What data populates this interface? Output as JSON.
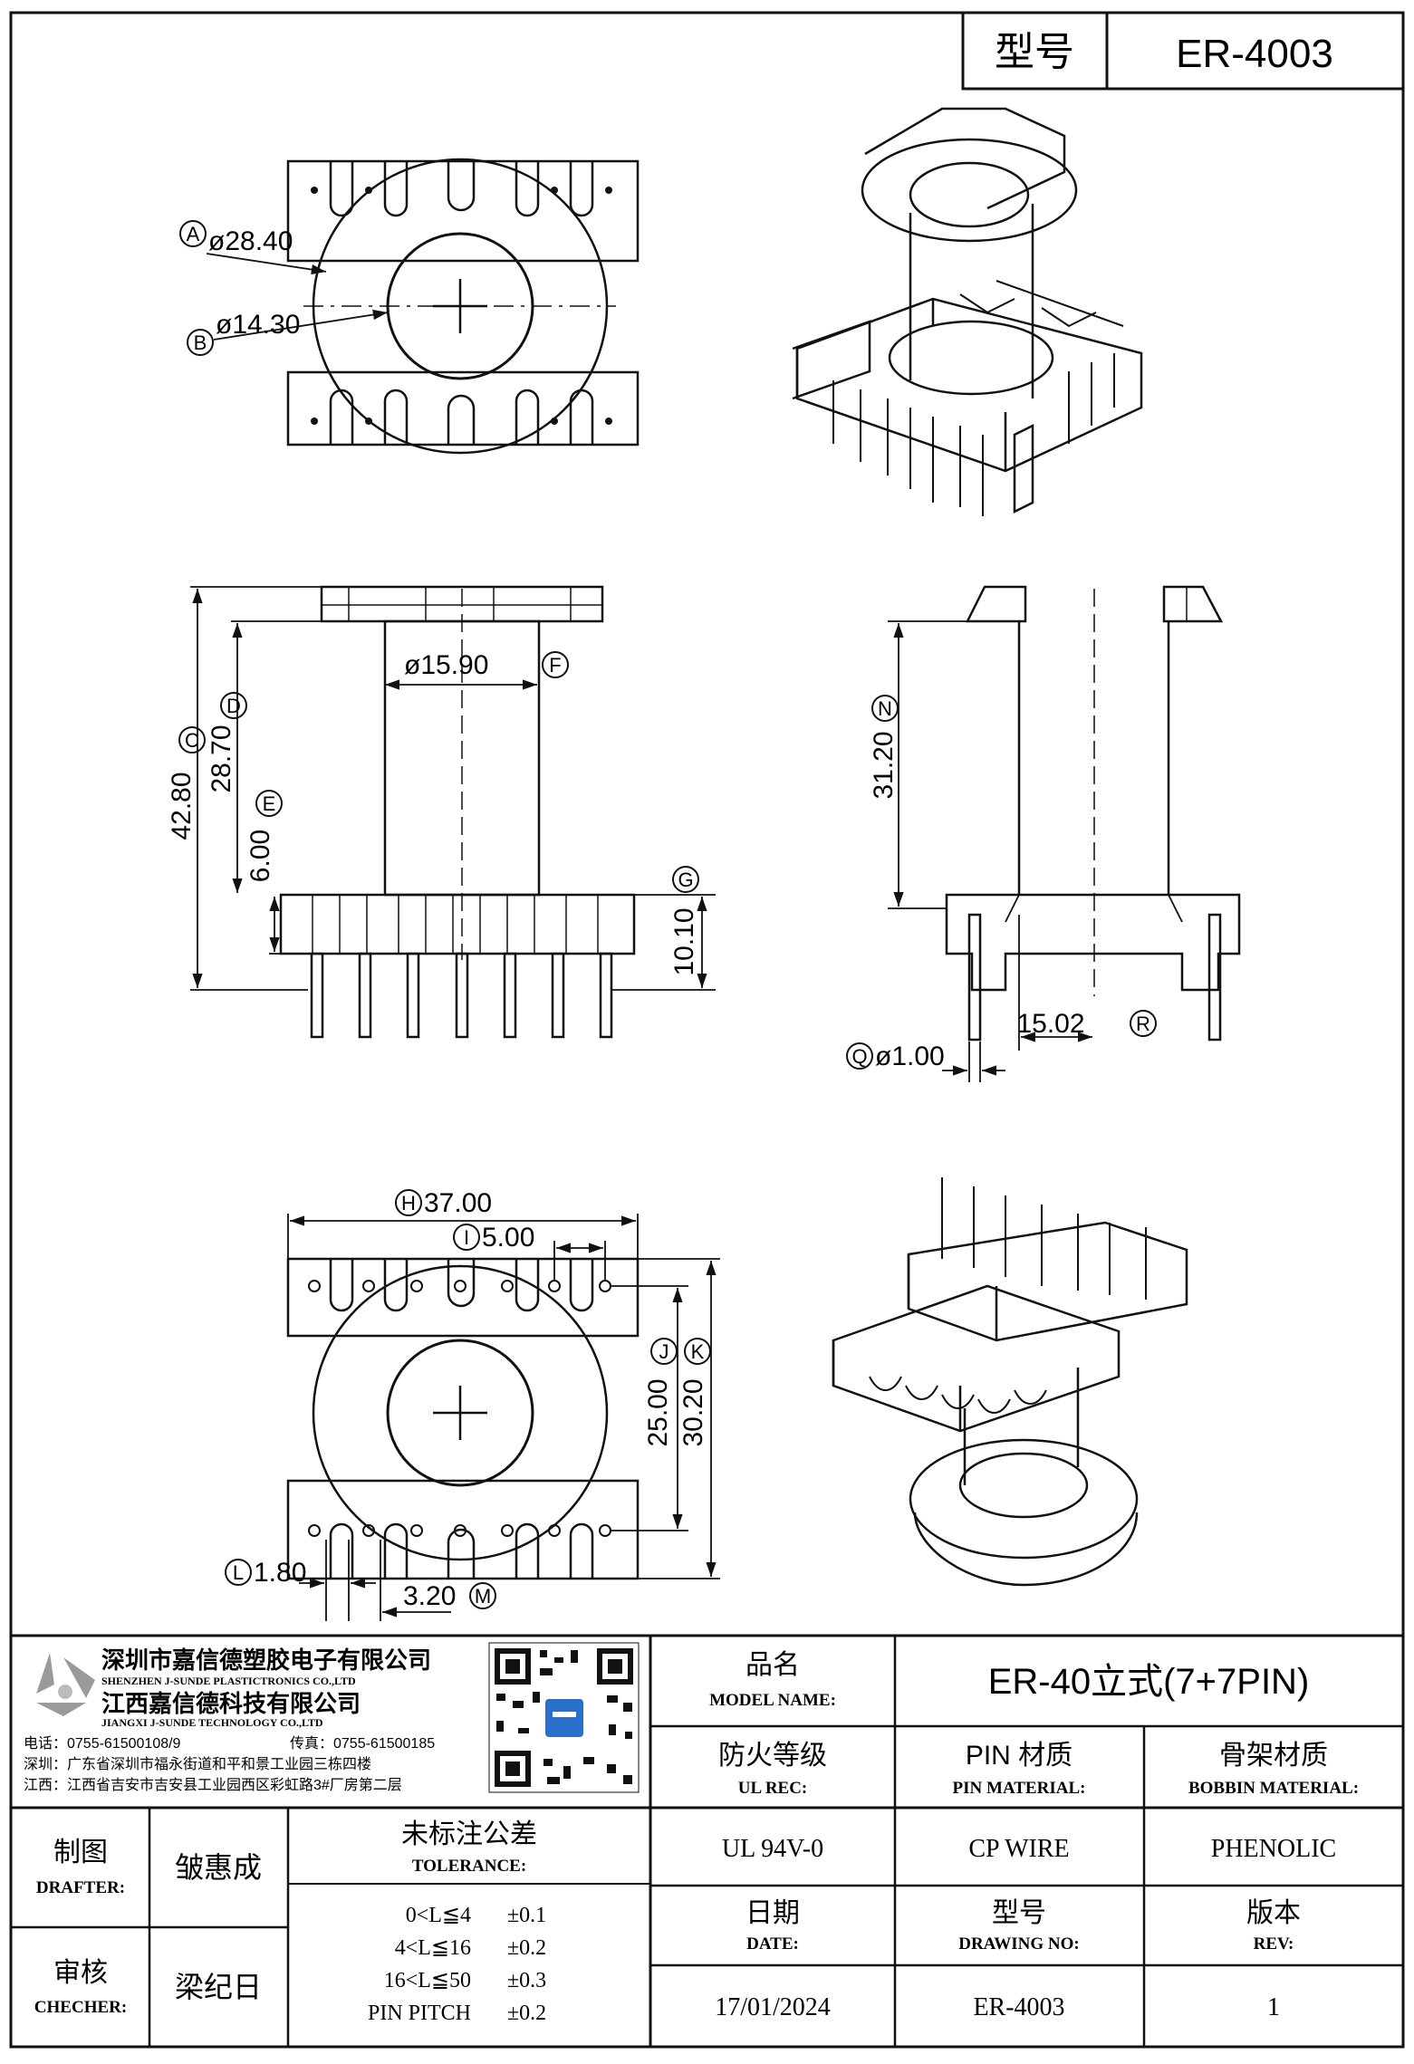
{
  "header": {
    "model_label": "型号",
    "model_value": "ER-4003"
  },
  "top_view": {
    "dim_a": {
      "letter": "A",
      "text": "ø28.40"
    },
    "dim_b": {
      "letter": "B",
      "text": "ø14.30"
    }
  },
  "front_view": {
    "dim_c": {
      "letter": "C",
      "text": "42.80"
    },
    "dim_d": {
      "letter": "D",
      "text": "28.70"
    },
    "dim_e": {
      "letter": "E",
      "text": "6.00"
    },
    "dim_f": {
      "letter": "F",
      "text": "ø15.90"
    },
    "dim_g": {
      "letter": "G",
      "text": "10.10"
    }
  },
  "side_view": {
    "dim_n": {
      "letter": "N",
      "text": "31.20"
    },
    "dim_q": {
      "letter": "Q",
      "text": "ø1.00"
    },
    "dim_r": {
      "letter": "R",
      "text": "15.02"
    }
  },
  "bottom_view": {
    "dim_h": {
      "letter": "H",
      "text": "37.00"
    },
    "dim_i": {
      "letter": "I",
      "text": "5.00"
    },
    "dim_j": {
      "letter": "J",
      "text": "25.00"
    },
    "dim_k": {
      "letter": "K",
      "text": "30.20"
    },
    "dim_l": {
      "letter": "L",
      "text": "1.80"
    },
    "dim_m": {
      "letter": "M",
      "text": "3.20"
    }
  },
  "company": {
    "name_sz": "深圳市嘉信德塑胶电子有限公司",
    "name_sz_en": "SHENZHEN J-SUNDE PLASTICTRONICS CO.,LTD",
    "name_jx": "江西嘉信德科技有限公司",
    "name_jx_en": "JIANGXI J-SUNDE TECHNOLOGY CO.,LTD",
    "tel": "电话：0755-61500108/9",
    "fax": "传真：0755-61500185",
    "addr_sz": "深圳：广东省深圳市福永街道和平和景工业园三栋四楼",
    "addr_jx": "江西：江西省吉安市吉安县工业园西区彩虹路3#厂房第二层"
  },
  "title_block": {
    "product_label": "品名",
    "product_label_en": "MODEL NAME:",
    "product_value": "ER-40立式(7+7PIN)",
    "ul_label": "防火等级",
    "ul_label_en": "UL REC:",
    "ul_value": "UL 94V-0",
    "pin_label": "PIN 材质",
    "pin_label_en": "PIN MATERIAL:",
    "pin_value": "CP WIRE",
    "bobbin_label": "骨架材质",
    "bobbin_label_en": "BOBBIN MATERIAL:",
    "bobbin_value": "PHENOLIC",
    "date_label": "日期",
    "date_label_en": "DATE:",
    "date_value": "17/01/2024",
    "drawing_label": "型号",
    "drawing_label_en": "DRAWING NO:",
    "drawing_value": "ER-4003",
    "rev_label": "版本",
    "rev_label_en": "REV:",
    "rev_value": "1",
    "drafter_label": "制图",
    "drafter_label_en": "DRAFTER:",
    "drafter_value": "皱惠成",
    "checker_label": "审核",
    "checker_label_en": "CHECHER:",
    "checker_value": "梁纪日",
    "tolerance_label": "未标注公差",
    "tolerance_label_en": "TOLERANCE:",
    "tolerances": [
      {
        "range": "0<L≦4",
        "value": "±0.1"
      },
      {
        "range": "4<L≦16",
        "value": "±0.2"
      },
      {
        "range": "16<L≦50",
        "value": "±0.3"
      },
      {
        "range": "PIN PITCH",
        "value": "±0.2"
      }
    ]
  }
}
